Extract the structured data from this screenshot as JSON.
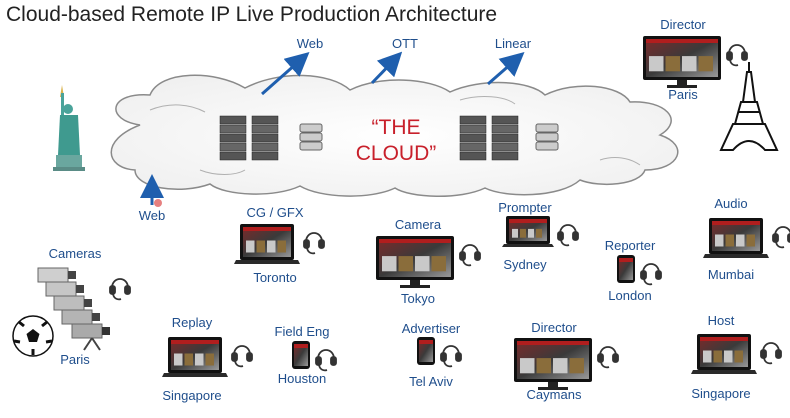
{
  "title": "Cloud-based Remote  IP Live Production Architecture",
  "cloud": {
    "line1": "“THE",
    "line2": "CLOUD”"
  },
  "outputs": [
    {
      "id": "web",
      "label": "Web"
    },
    {
      "id": "ott",
      "label": "OTT"
    },
    {
      "id": "linear",
      "label": "Linear"
    }
  ],
  "inbound": {
    "label": "Web"
  },
  "nodes": [
    {
      "id": "director-paris",
      "device": "monitor",
      "role": "Director",
      "city": "Paris",
      "headset": true
    },
    {
      "id": "cameras-paris",
      "device": "cameras",
      "role": "Cameras",
      "city": "Paris",
      "headset": true
    },
    {
      "id": "cg-gfx",
      "device": "laptop",
      "role": "CG / GFX",
      "city": "Toronto",
      "headset": true
    },
    {
      "id": "camera-tokyo",
      "device": "monitor",
      "role": "Camera",
      "city": "Tokyo",
      "headset": true
    },
    {
      "id": "prompter",
      "device": "laptop-small",
      "role": "Prompter",
      "city": "Sydney",
      "headset": true
    },
    {
      "id": "reporter",
      "device": "phone",
      "role": "Reporter",
      "city": "London",
      "headset": true
    },
    {
      "id": "audio",
      "device": "laptop",
      "role": "Audio",
      "city": "Mumbai",
      "headset": true
    },
    {
      "id": "replay",
      "device": "laptop",
      "role": "Replay",
      "city": "Singapore",
      "headset": true
    },
    {
      "id": "field-eng",
      "device": "phone",
      "role": "Field Eng",
      "city": "Houston",
      "headset": true
    },
    {
      "id": "advertiser",
      "device": "phone",
      "role": "Advertiser",
      "city": "Tel Aviv",
      "headset": true
    },
    {
      "id": "director-caymans",
      "device": "monitor",
      "role": "Director",
      "city": "Caymans",
      "headset": true
    },
    {
      "id": "host",
      "device": "laptop",
      "role": "Host",
      "city": "Singapore",
      "headset": true
    }
  ],
  "colors": {
    "label": "#1f4e8c",
    "cloud_text": "#c8202b",
    "arrow": "#1f5fae",
    "cloud_stroke": "#8a8a8a"
  }
}
